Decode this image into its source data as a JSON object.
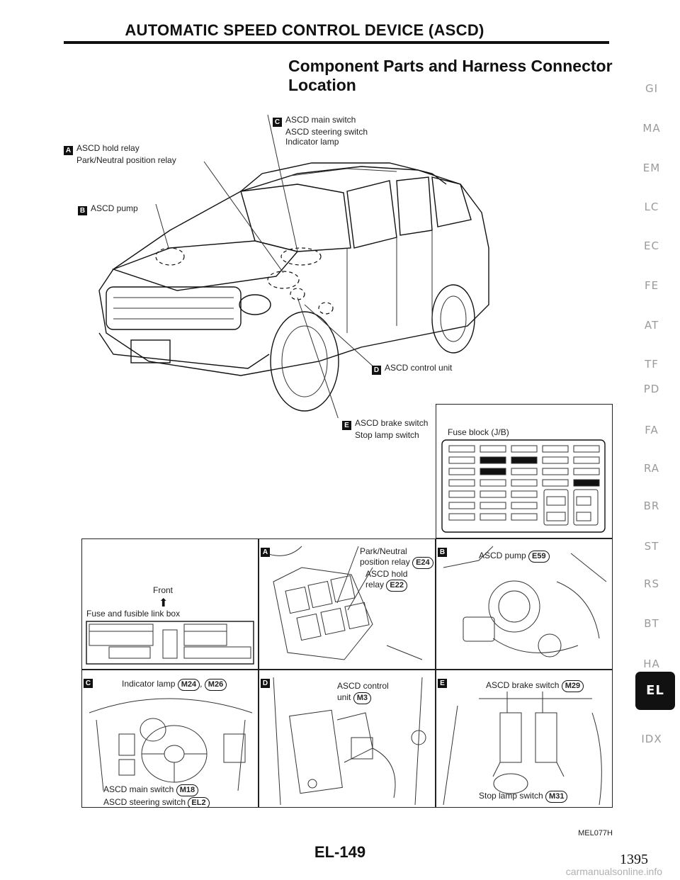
{
  "header": {
    "title": "AUTOMATIC SPEED CONTROL DEVICE (ASCD)"
  },
  "section": {
    "heading_line1": "Component Parts and Harness Connector",
    "heading_line2": "Location"
  },
  "callouts": {
    "a": {
      "letter": "A",
      "line1": "ASCD hold relay",
      "line2": "Park/Neutral position relay"
    },
    "b": {
      "letter": "B",
      "line1": "ASCD pump"
    },
    "c": {
      "letter": "C",
      "line1": "ASCD main switch",
      "line2": "ASCD steering switch",
      "line3": "Indicator lamp"
    },
    "d": {
      "letter": "D",
      "line1": "ASCD control unit"
    },
    "e": {
      "letter": "E",
      "line1": "ASCD brake switch",
      "line2": "Stop lamp switch"
    }
  },
  "fuse_block": {
    "title": "Fuse block (J/B)"
  },
  "fuse_link_box": {
    "front_label": "Front",
    "title": "Fuse and fusible link box"
  },
  "detail_a": {
    "letter": "A",
    "label1": "Park/Neutral",
    "label2": "position relay",
    "code1": "E24",
    "label3": "ASCD hold",
    "label4": "relay",
    "code2": "E22"
  },
  "detail_b": {
    "letter": "B",
    "label1": "ASCD pump",
    "code1": "E59"
  },
  "detail_c": {
    "letter": "C",
    "label1": "Indicator lamp",
    "code1": "M24",
    "code2": "M26",
    "label2": "ASCD main switch",
    "code3": "M18",
    "label3": "ASCD steering switch",
    "code4": "EL2"
  },
  "detail_d": {
    "letter": "D",
    "label1": "ASCD control",
    "label2": "unit",
    "code1": "M3"
  },
  "detail_e": {
    "letter": "E",
    "label1": "ASCD brake switch",
    "code1": "M29",
    "label2": "Stop lamp switch",
    "code2": "M31"
  },
  "sidebar": {
    "tabs": [
      "GI",
      "MA",
      "EM",
      "LC",
      "EC",
      "FE",
      "AT",
      "TF",
      "PD",
      "FA",
      "RA",
      "BR",
      "ST",
      "RS",
      "BT",
      "HA",
      "EL",
      "IDX"
    ],
    "active": "EL"
  },
  "footer": {
    "figure_code": "MEL077H",
    "page_code": "EL-149",
    "page_number": "1395",
    "watermark": "carmanualsonline.info"
  }
}
